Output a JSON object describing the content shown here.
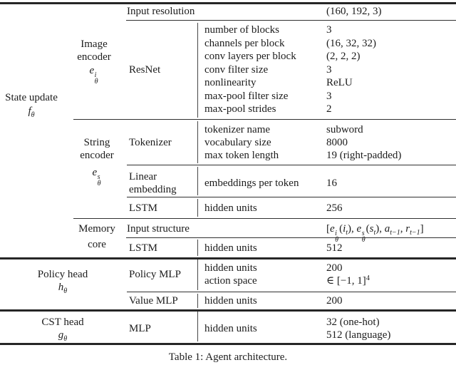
{
  "figure": {
    "caption": "Table 1: Agent architecture.",
    "groups": {
      "state_update": {
        "label": "State update",
        "symbol": [
          {
            "x": "f",
            "sub": "θ"
          }
        ]
      },
      "policy_head": {
        "label": "Policy head",
        "symbol": [
          {
            "x": "h",
            "sub": "θ"
          }
        ]
      },
      "cst_head": {
        "label": "CST head",
        "symbol": [
          {
            "x": "g",
            "sub": "θ"
          }
        ]
      }
    },
    "components": {
      "image_encoder": {
        "line1": "Image",
        "line2": "encoder",
        "symbol": [
          {
            "x": "e",
            "sup": "i",
            "sub": "θ"
          }
        ]
      },
      "string_encoder": {
        "line1": "String",
        "line2": "encoder",
        "symbol": [
          {
            "x": "e",
            "sup": "s",
            "sub": "θ"
          }
        ]
      },
      "memory_core": {
        "line1": "Memory",
        "line2": "core"
      }
    },
    "rows": {
      "input_resolution": {
        "param": "Input resolution",
        "value": "(160, 192, 3)"
      },
      "resnet": {
        "name": "ResNet",
        "params": [
          "number of blocks",
          "channels per block",
          "conv layers per block",
          "conv filter size",
          "nonlinearity",
          "max-pool filter size",
          "max-pool strides"
        ],
        "values": [
          "3",
          "(16, 32, 32)",
          "(2, 2, 2)",
          "3",
          "ReLU",
          "3",
          "2"
        ]
      },
      "tokenizer": {
        "name": "Tokenizer",
        "params": [
          "tokenizer name",
          "vocabulary size",
          "max token length"
        ],
        "values": [
          "subword",
          "8000",
          "19 (right-padded)"
        ]
      },
      "linear_embedding": {
        "name_line1": "Linear",
        "name_line2": "embedding",
        "param": "embeddings per token",
        "value": "16"
      },
      "lstm_string": {
        "name": "LSTM",
        "param": "hidden units",
        "value": "256"
      },
      "input_structure": {
        "param": "Input structure",
        "value_math": [
          {
            "x": "["
          },
          {
            "x": "e",
            "sup": "i",
            "sub": "θ"
          },
          {
            "x": "("
          },
          {
            "x": "i",
            "sub": "t"
          },
          {
            "x": ")"
          },
          {
            "x": ", "
          },
          {
            "x": "e",
            "sup": "s",
            "sub": "θ"
          },
          {
            "x": "("
          },
          {
            "x": "s",
            "sub": "t"
          },
          {
            "x": ")"
          },
          {
            "x": ", "
          },
          {
            "x": "a",
            "sub": "t−1"
          },
          {
            "x": ", "
          },
          {
            "x": "r",
            "sub": "t−1"
          },
          {
            "x": "]"
          }
        ]
      },
      "lstm_memory": {
        "name": "LSTM",
        "param": "hidden units",
        "value": "512"
      },
      "policy_mlp": {
        "name": "Policy MLP",
        "params": [
          "hidden units",
          "action space"
        ],
        "value0": "200",
        "value1_math": [
          {
            "x": "∈ [−1, 1]",
            "sup": "4"
          }
        ]
      },
      "value_mlp": {
        "name": "Value MLP",
        "param": "hidden units",
        "value": "200"
      },
      "cst_mlp": {
        "name": "MLP",
        "param": "hidden units",
        "value_line1": "32 (one-hot)",
        "value_line2": "512 (language)"
      }
    }
  }
}
